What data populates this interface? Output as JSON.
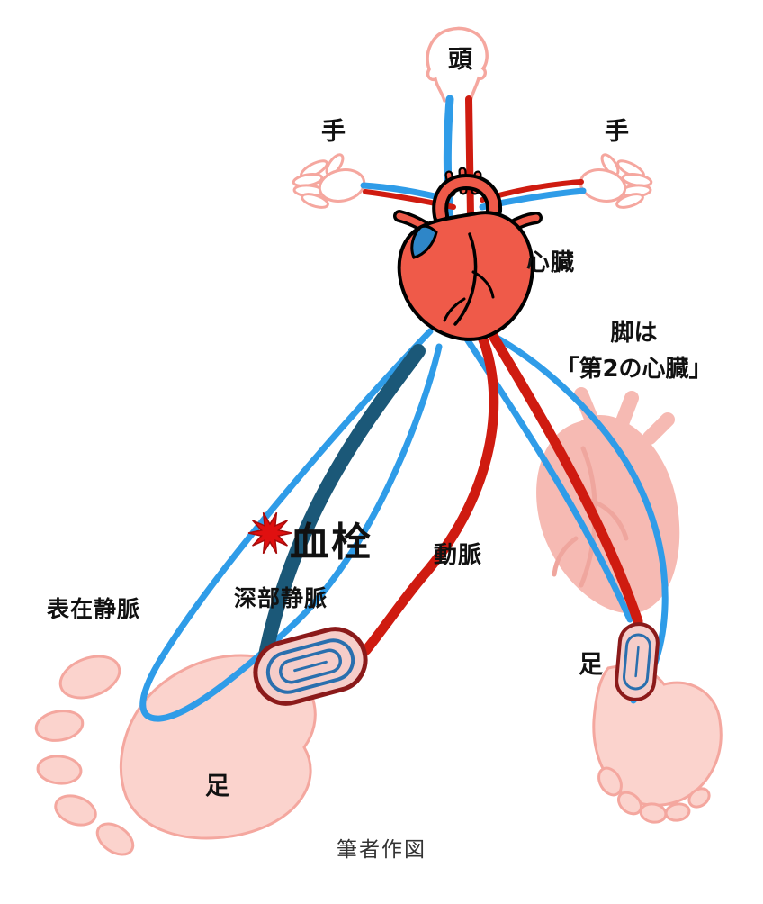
{
  "diagram": {
    "labels": {
      "head": "頭",
      "hand_left": "手",
      "hand_right": "手",
      "heart": "心臓",
      "legs_note_line1": "脚は",
      "legs_note_line2": "「第2の心臓」",
      "clot": "血栓",
      "artery": "動脈",
      "deep_vein": "深部静脈",
      "superficial_vein": "表在静脈",
      "foot_left": "足",
      "foot_right": "足",
      "caption": "筆者作図"
    },
    "colors": {
      "artery_red": "#cf1b10",
      "vein_blue": "#2f9ce8",
      "deep_vein_blue": "#1b5878",
      "body_outline_pink": "#f5a79f",
      "body_fill_pink": "#fbd3cd",
      "heart_red": "#ef5a49",
      "heart_vein_blue": "#2e86c8",
      "faded_heart_pink": "#f6b3ab",
      "faded_heart_line_pink": "#ee9d94",
      "clot_red": "#e01010",
      "capsule_outline_red": "#8b1a1a",
      "capsule_inner_blue": "#2a6fae",
      "outline_black": "#000000"
    }
  }
}
